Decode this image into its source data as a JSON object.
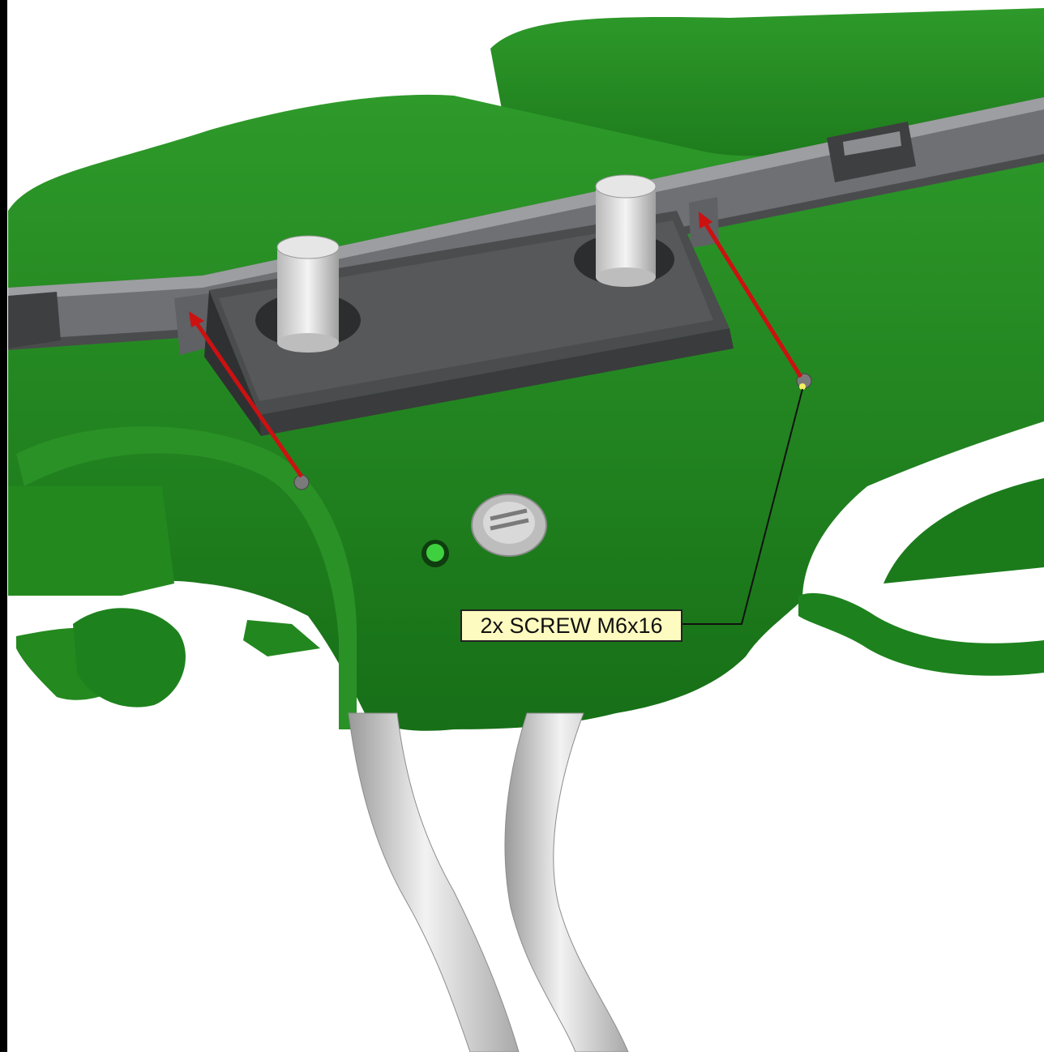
{
  "callout": {
    "label": "2x SCREW M6x16"
  },
  "colors": {
    "background": "#ffffff",
    "panel_green": "#1f8a1f",
    "rail_grey": "#6b6d70",
    "tube_grey": "#d6d6d6",
    "arrow_red": "#cc1111",
    "label_fill": "#fdfbbf",
    "frame_border": "#000000"
  },
  "parts": {
    "panel": "dashboard-panel",
    "rail": "mounting-rail",
    "bracket": "center-bracket",
    "tubes": "air-duct-tubes",
    "fasteners": "screw"
  },
  "icons": [
    "red-arrow-icon",
    "screw-icon",
    "vent-knob-icon",
    "green-led-icon"
  ]
}
